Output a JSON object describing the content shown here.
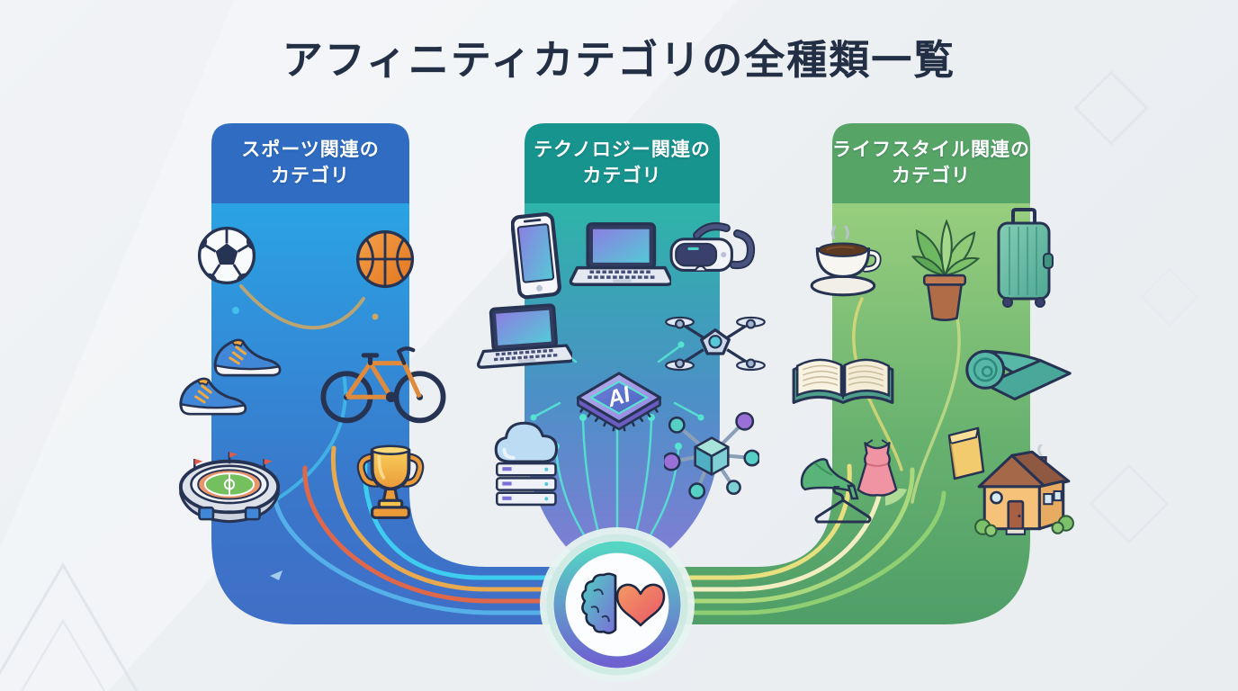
{
  "title": "アフィニティカテゴリの全種類一覧",
  "center": {
    "icon": "brain-heart-icon"
  },
  "columns": [
    {
      "id": "sports",
      "label": "スポーツ関連の\nカテゴリ",
      "theme": {
        "header": "#2f6cc2",
        "body_top": "#2aa3e4",
        "body_bottom": "#3f6fc6",
        "ribbon_stripes": [
          "#3ecdef",
          "#e9a94f",
          "#e0684a",
          "#55b0ea"
        ]
      },
      "icons": [
        "soccer-ball",
        "basketball",
        "sneakers",
        "bicycle",
        "stadium",
        "trophy"
      ]
    },
    {
      "id": "technology",
      "label": "テクノロジー関連の\nカテゴリ",
      "chip_label": "AI",
      "theme": {
        "header": "#18948e",
        "body_top": "#2db4a8",
        "body_bottom": "#7a6cd8",
        "circuit": "#56e4d2"
      },
      "icons": [
        "smartphone",
        "laptop",
        "vr-headset",
        "laptop-open",
        "drone",
        "ai-chip",
        "cloud-server",
        "molecule"
      ]
    },
    {
      "id": "lifestyle",
      "label": "ライフスタイル関連の\nカテゴリ",
      "theme": {
        "header": "#57a467",
        "body_top": "#98ce7e",
        "body_bottom": "#4f9e68",
        "ribbon_stripes": [
          "#e8df7f",
          "#f2eec2",
          "#a9d87d",
          "#8fcf73"
        ]
      },
      "icons": [
        "coffee-cup",
        "potted-plant",
        "suitcase",
        "book",
        "yoga-mat",
        "high-heel",
        "dress",
        "hanger",
        "shopping-bag",
        "house"
      ]
    }
  ]
}
